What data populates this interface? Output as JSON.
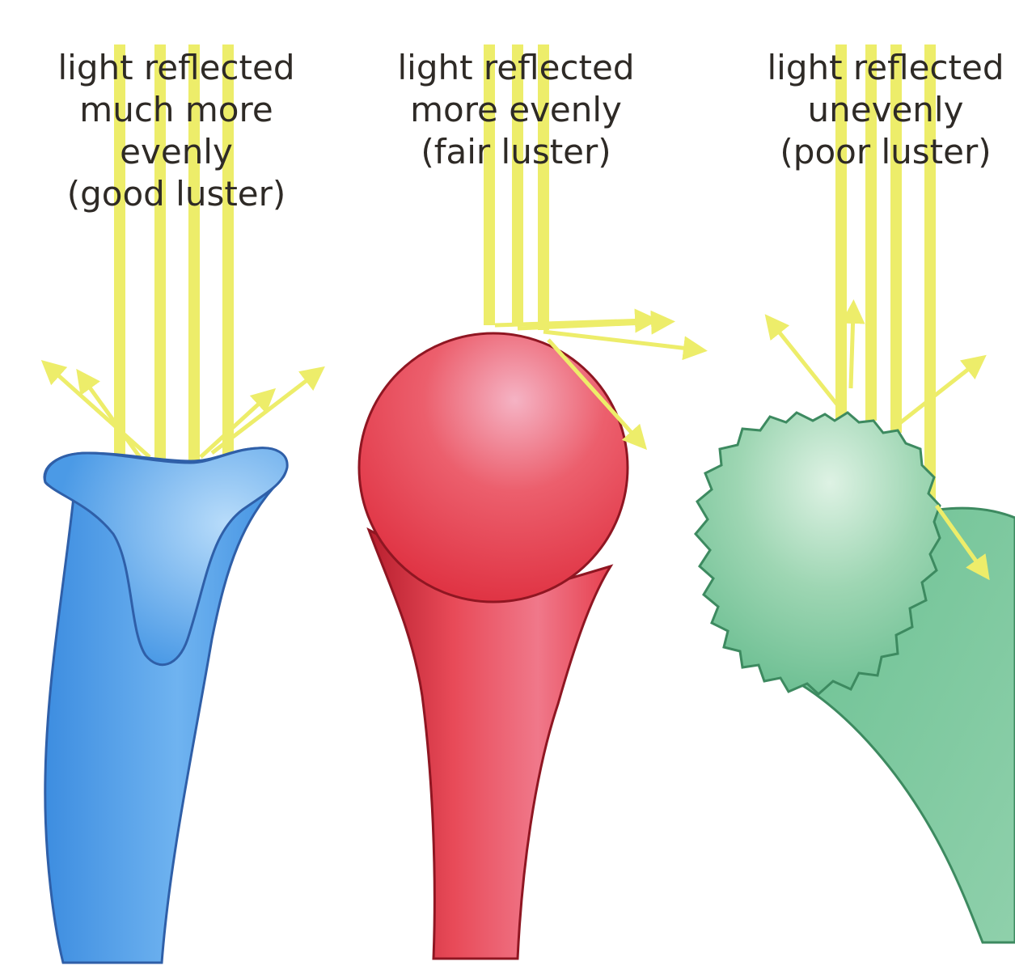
{
  "panels": [
    {
      "id": "good",
      "caption": [
        "light reflected",
        "much more",
        "evenly",
        "(good luster)"
      ],
      "color": "#4a9be6"
    },
    {
      "id": "fair",
      "caption": [
        "light reflected",
        "more evenly",
        "(fair luster)"
      ],
      "color": "#e5404e"
    },
    {
      "id": "poor",
      "caption": [
        "light reflected",
        "unevenly",
        "(poor luster)"
      ],
      "color": "#6dbf96"
    }
  ],
  "colors": {
    "light_ray": "#eded6a",
    "outline_blue": "#2f5fa8",
    "outline_red": "#8f1622",
    "outline_green": "#3d8a60"
  }
}
